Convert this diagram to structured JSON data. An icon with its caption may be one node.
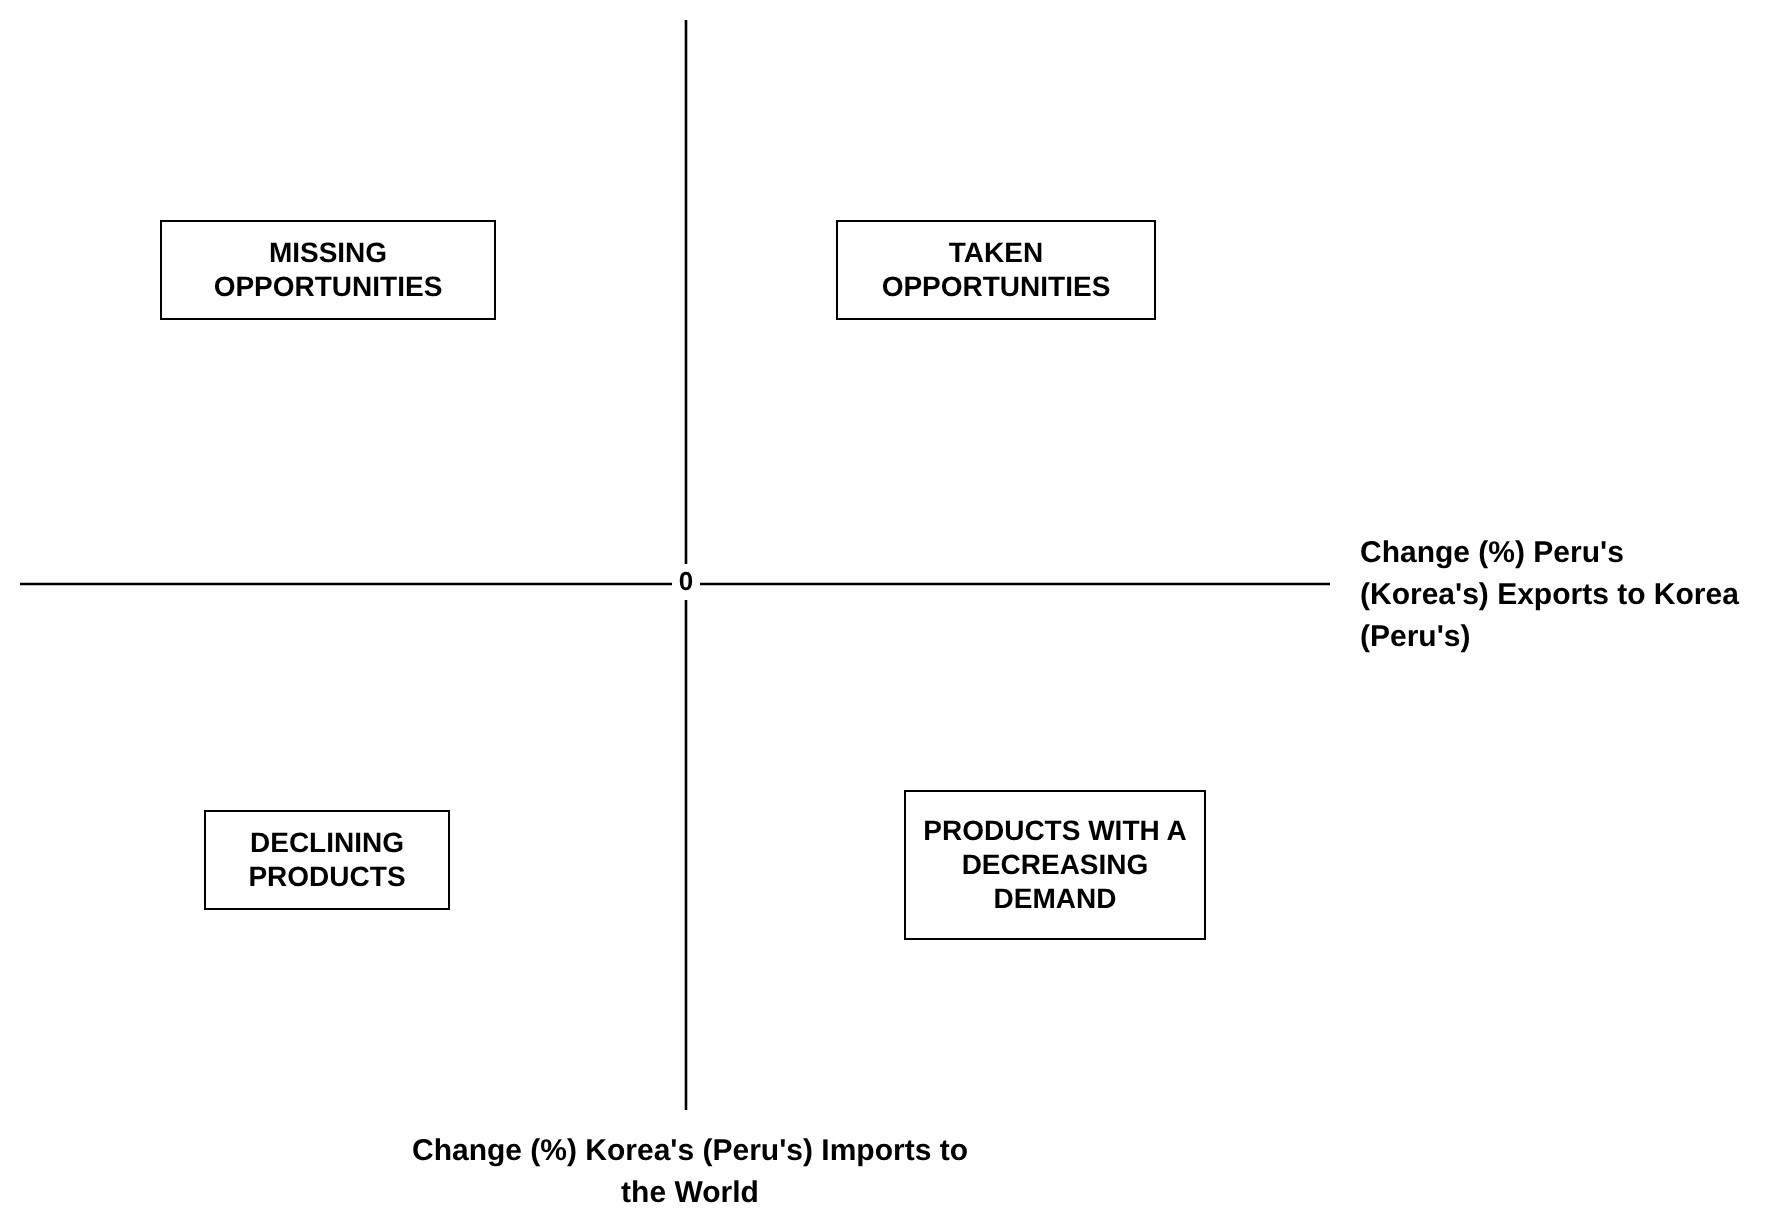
{
  "diagram": {
    "nodes": [
      {
        "text": [
          "MISSING OPPORTUNITIES"
        ]
      },
      {
        "text": [
          "TAKEN OPPORTUNITIES"
        ]
      },
      {
        "text": [
          "DECLINING PRODUCTS"
        ]
      },
      {
        "text": [
          "PRODUCTS WITH A DECREASING DEMAND"
        ]
      }
    ],
    "labels": [
      "0",
      "Change (%) Peru's (Korea's) Exports to Korea (Peru's)",
      "Change (%) Korea's (Peru's) Imports to the World"
    ]
  }
}
